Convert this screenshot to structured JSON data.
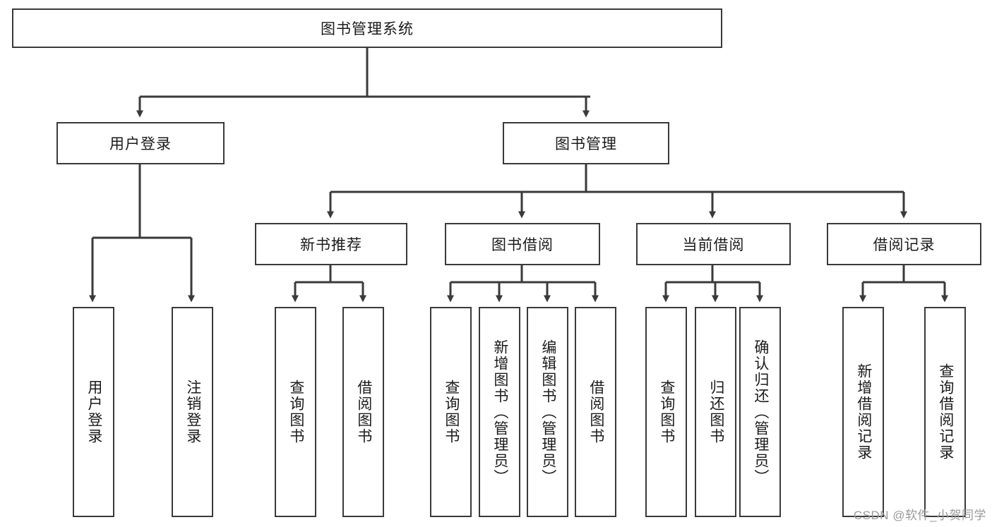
{
  "diagram": {
    "title": "图书管理系统",
    "watermark": "CSDN @软件_小贺同学",
    "stroke_color": "#3a3a3a",
    "text_color": "#1b1b1b",
    "background": "#ffffff",
    "root": {
      "label": "图书管理系统"
    },
    "level1": [
      {
        "label": "用户登录"
      },
      {
        "label": "图书管理"
      }
    ],
    "level2": [
      {
        "label": "新书推荐"
      },
      {
        "label": "图书借阅"
      },
      {
        "label": "当前借阅"
      },
      {
        "label": "借阅记录"
      }
    ],
    "leaves": [
      {
        "label": "用户登录"
      },
      {
        "label": "注销登录"
      },
      {
        "label": "查询图书"
      },
      {
        "label": "借阅图书"
      },
      {
        "label": "查询图书"
      },
      {
        "label": "新增图书（管理员）"
      },
      {
        "label": "编辑图书（管理员）"
      },
      {
        "label": "借阅图书"
      },
      {
        "label": "查询图书"
      },
      {
        "label": "归还图书"
      },
      {
        "label": "确认归还（管理员）"
      },
      {
        "label": "新增借阅记录"
      },
      {
        "label": "查询借阅记录"
      }
    ]
  }
}
